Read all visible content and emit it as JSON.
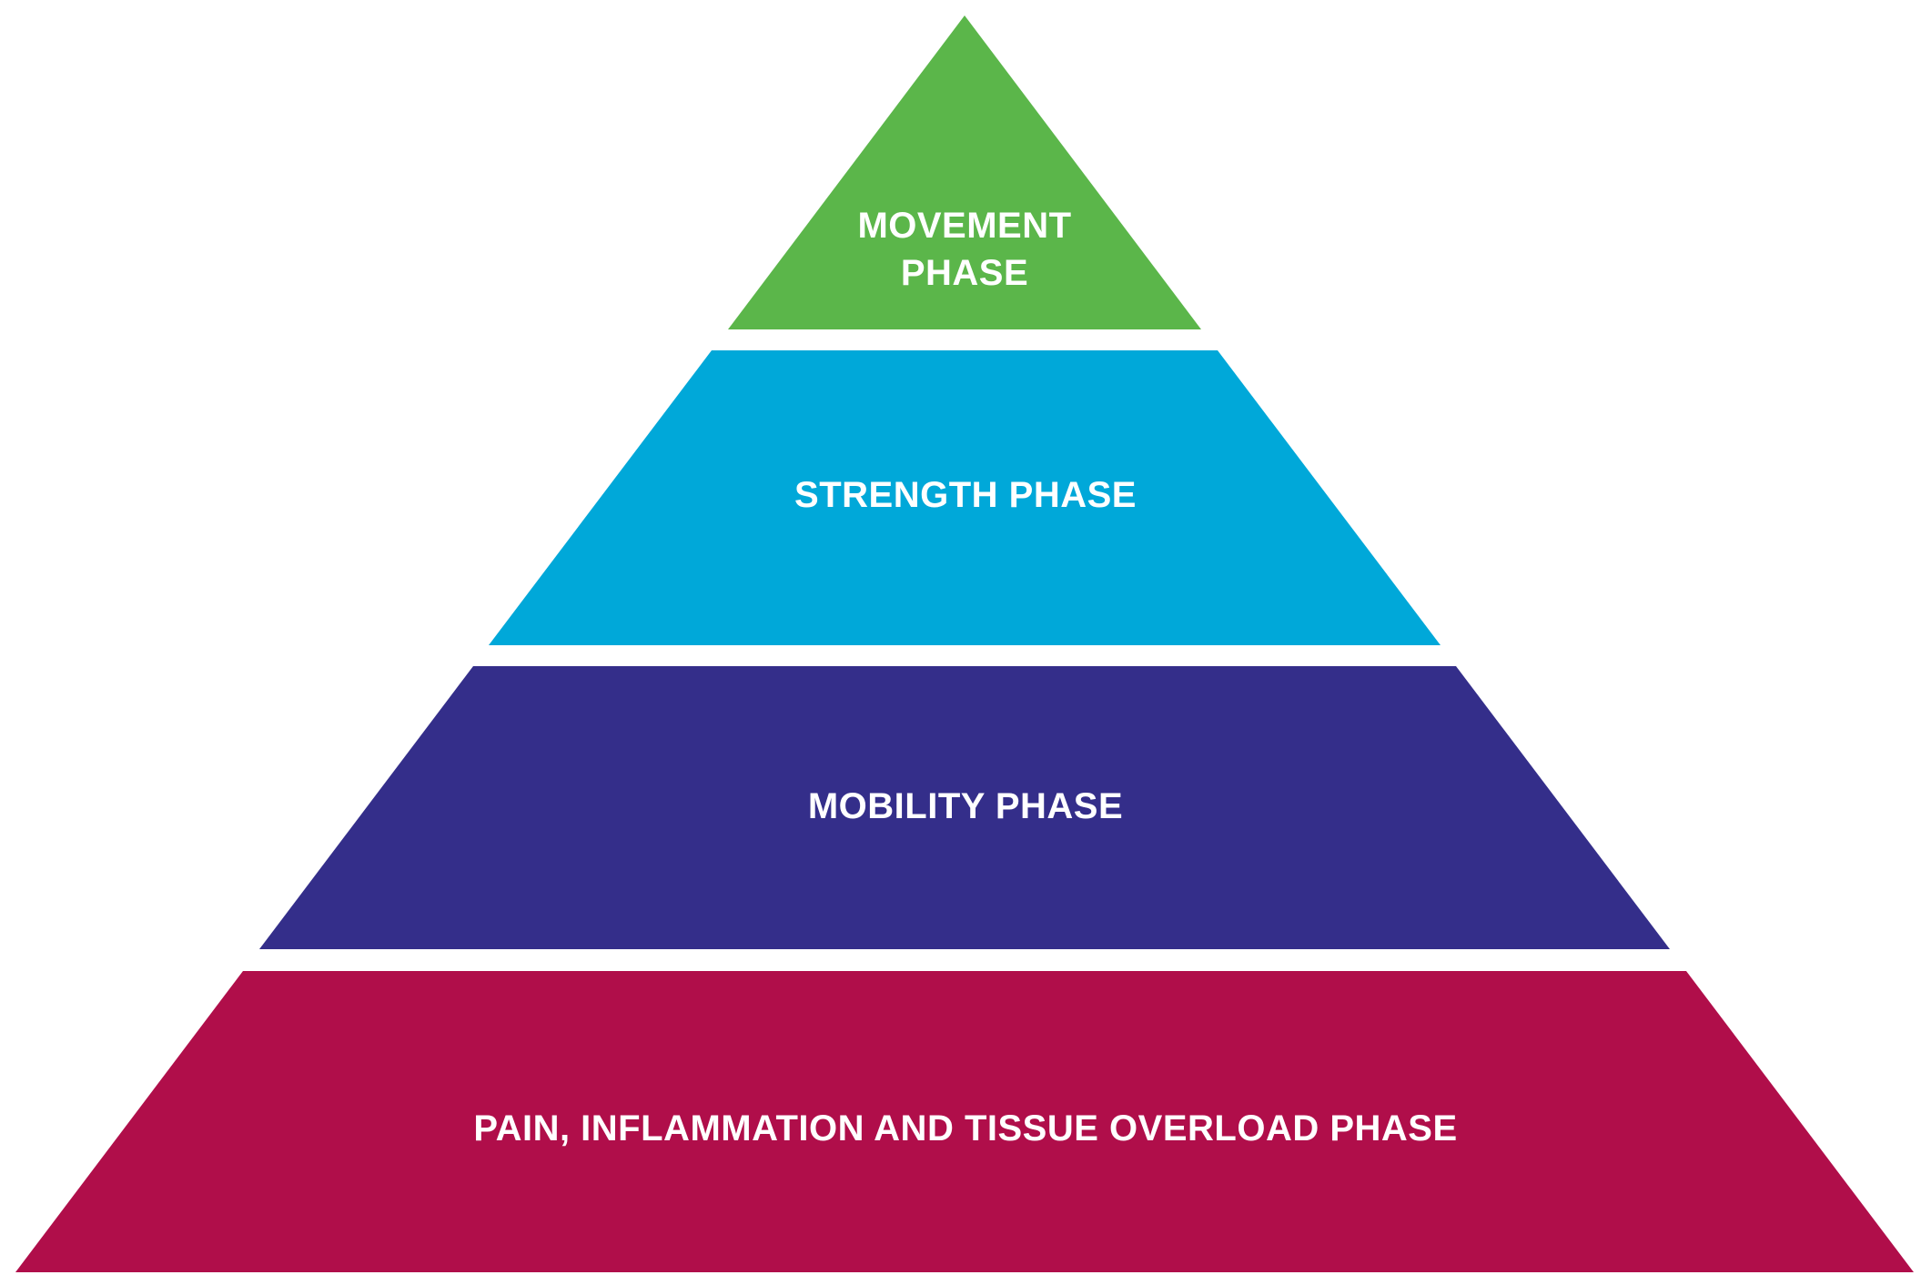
{
  "diagram": {
    "type": "pyramid",
    "background_color": "#ffffff",
    "label_text_color": "#ffffff",
    "layers": [
      {
        "id": "movement",
        "label": "MOVEMENT PHASE",
        "color": "#5BB64A"
      },
      {
        "id": "strength",
        "label": "STRENGTH PHASE",
        "color": "#00A8D9"
      },
      {
        "id": "mobility",
        "label": "MOBILITY PHASE",
        "color": "#342E8A"
      },
      {
        "id": "pain",
        "label": "PAIN, INFLAMMATION AND TISSUE OVERLOAD PHASE",
        "color": "#B00E4A"
      }
    ]
  }
}
